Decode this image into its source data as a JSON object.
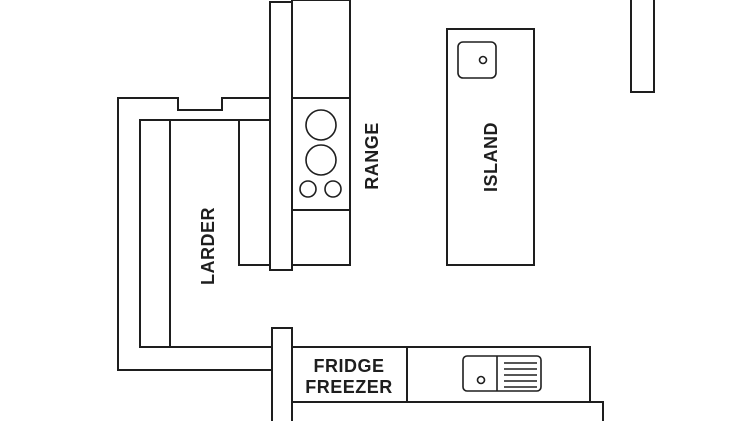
{
  "plan": {
    "title": "",
    "colors": {
      "stroke": "#1e1e1e",
      "background": "#ffffff"
    },
    "labels": {
      "larder": "LARDER",
      "range": "RANGE",
      "island": "ISLAND",
      "fridge_line1": "FRIDGE",
      "fridge_line2": "FREEZER"
    }
  }
}
